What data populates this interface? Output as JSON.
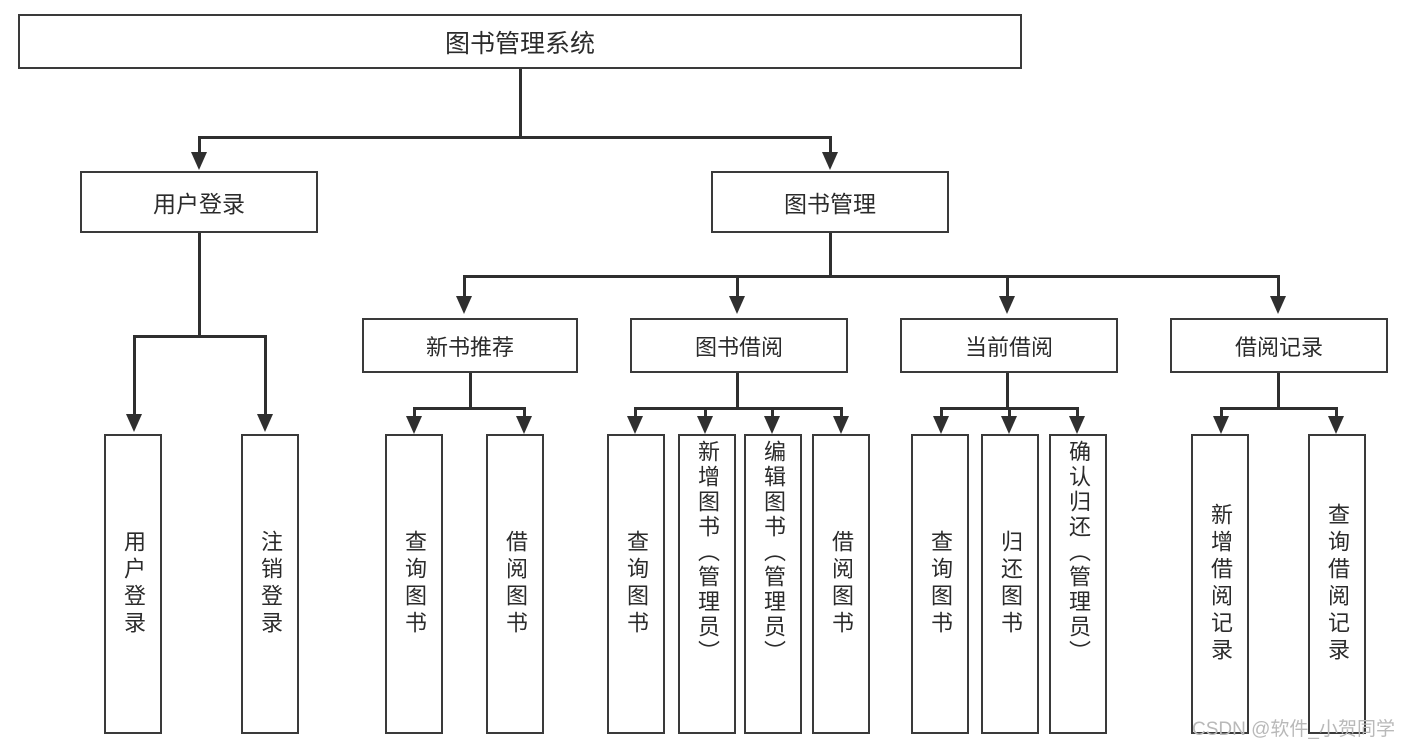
{
  "diagram": {
    "title": "图书管理系统",
    "type": "functional-structure-tree",
    "root": {
      "id": "root",
      "label": "图书管理系统"
    },
    "level2": [
      {
        "id": "user-login",
        "label": "用户登录"
      },
      {
        "id": "book-management",
        "label": "图书管理"
      }
    ],
    "level3": [
      {
        "id": "new-book-recommend",
        "label": "新书推荐",
        "parent": "book-management"
      },
      {
        "id": "book-borrow",
        "label": "图书借阅",
        "parent": "book-management"
      },
      {
        "id": "current-borrow",
        "label": "当前借阅",
        "parent": "book-management"
      },
      {
        "id": "borrow-record",
        "label": "借阅记录",
        "parent": "book-management"
      }
    ],
    "leaves": {
      "user-login": [
        {
          "id": "leaf-user-login",
          "label": "用户登录"
        },
        {
          "id": "leaf-logout",
          "label": "注销登录"
        }
      ],
      "new-book-recommend": [
        {
          "id": "leaf-query-book-1",
          "label": "查询图书"
        },
        {
          "id": "leaf-borrow-book-1",
          "label": "借阅图书"
        }
      ],
      "book-borrow": [
        {
          "id": "leaf-query-book-2",
          "label": "查询图书"
        },
        {
          "id": "leaf-add-book",
          "label": "新增图书（管理员）"
        },
        {
          "id": "leaf-edit-book",
          "label": "编辑图书（管理员）"
        },
        {
          "id": "leaf-borrow-book-2",
          "label": "借阅图书"
        }
      ],
      "current-borrow": [
        {
          "id": "leaf-query-book-3",
          "label": "查询图书"
        },
        {
          "id": "leaf-return-book",
          "label": "归还图书"
        },
        {
          "id": "leaf-confirm-return",
          "label": "确认归还（管理员）"
        }
      ],
      "borrow-record": [
        {
          "id": "leaf-add-record",
          "label": "新增借阅记录"
        },
        {
          "id": "leaf-query-record",
          "label": "查询借阅记录"
        }
      ]
    }
  },
  "watermark": {
    "text": "CSDN @软件_小贺同学"
  },
  "colors": {
    "box_border": "#3a3a3a",
    "connector": "#2f2f2f",
    "text": "#2b2b2b",
    "background": "#ffffff",
    "watermark": "#b9b9b9"
  }
}
